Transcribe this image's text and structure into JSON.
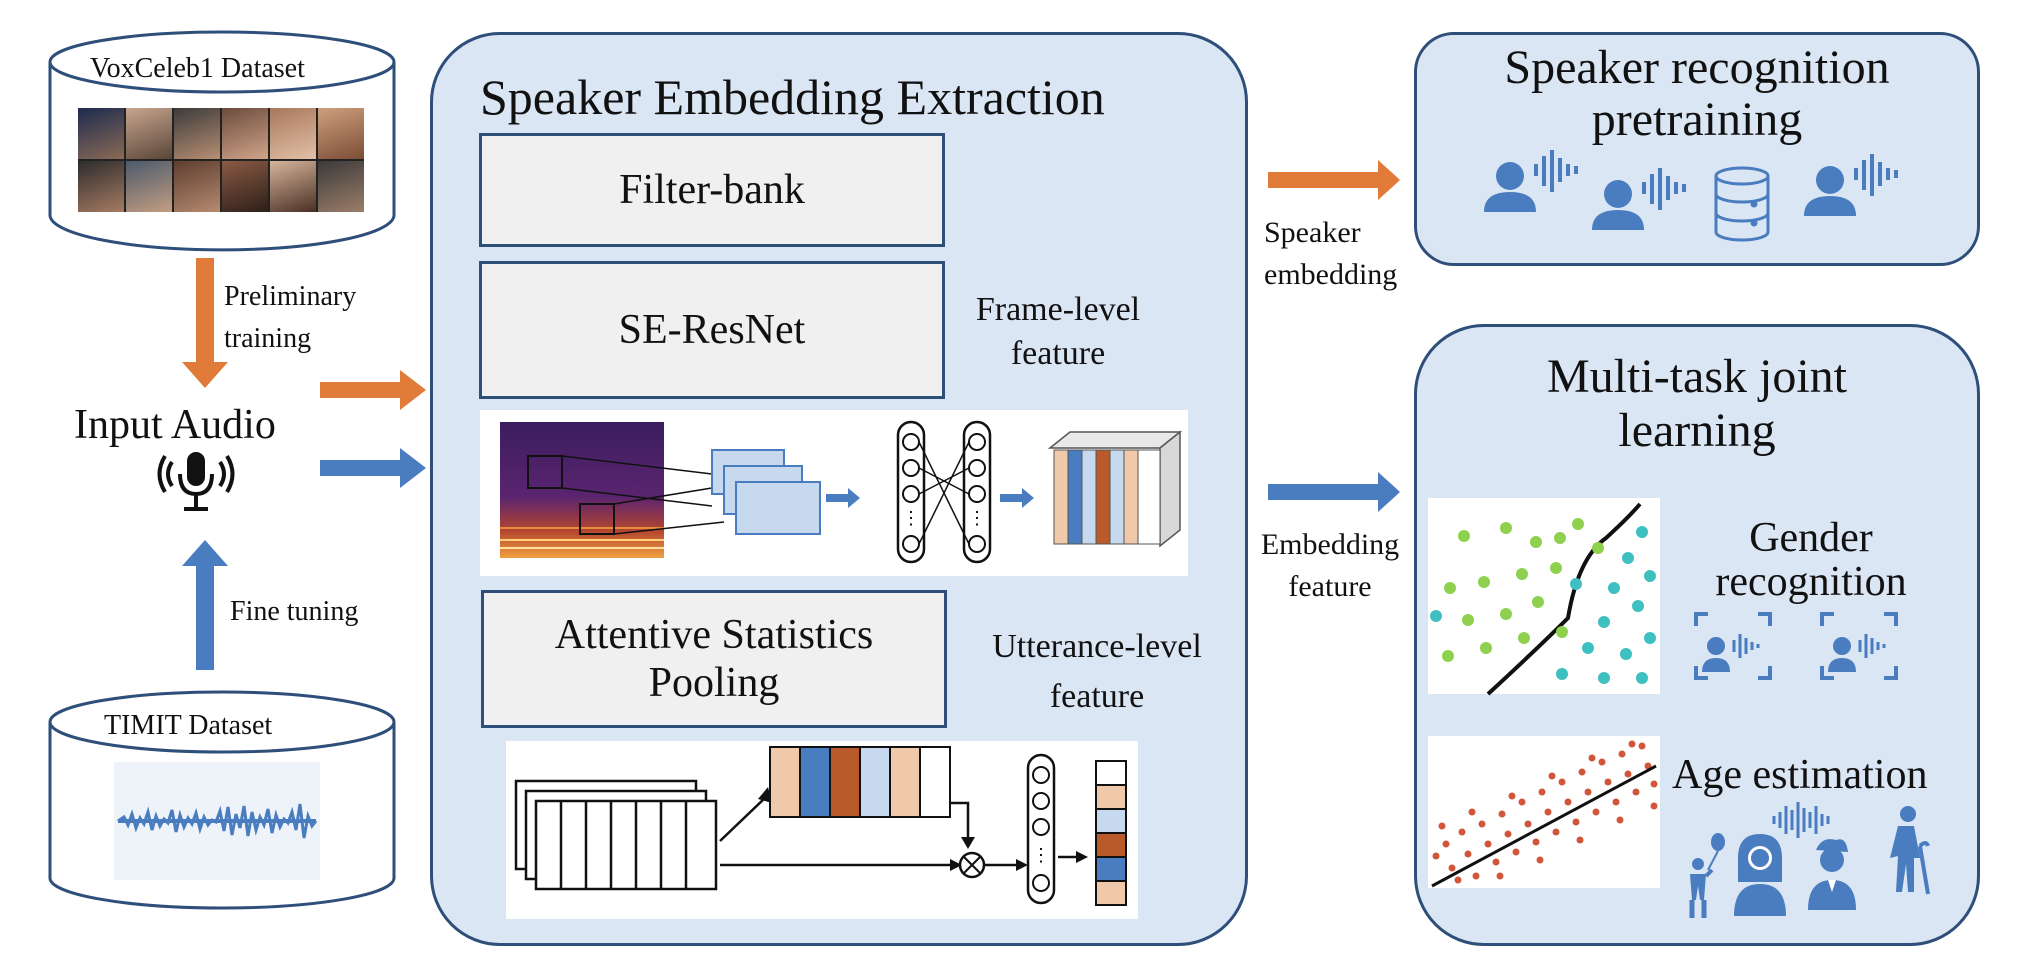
{
  "colors": {
    "panel_fill": "#dbe6f4",
    "panel_border": "#2e4f7a",
    "orange_arrow": "#e07b39",
    "blue_arrow": "#4a7cc0",
    "icon_blue": "#4a7cc0"
  },
  "voxceleb": {
    "label": "VoxCeleb1 Dataset"
  },
  "timit": {
    "label": "TIMIT Dataset"
  },
  "preliminary_training": {
    "line1": "Preliminary",
    "line2": "training"
  },
  "fine_tuning": {
    "label": "Fine tuning"
  },
  "input_audio": {
    "label": "Input Audio"
  },
  "extraction": {
    "title": "Speaker Embedding Extraction",
    "filter_bank": "Filter-bank",
    "se_resnet": "SE-ResNet",
    "frame_level": {
      "line1": "Frame-level",
      "line2": "feature"
    },
    "pooling": {
      "line1": "Attentive Statistics",
      "line2": "Pooling"
    },
    "utterance_level": {
      "line1": "Utterance-level",
      "line2": "feature"
    }
  },
  "speaker_embedding": {
    "line1": "Speaker",
    "line2": "embedding"
  },
  "embedding_feature": {
    "line1": "Embedding",
    "line2": "feature"
  },
  "pretraining": {
    "line1": "Speaker recognition",
    "line2": "pretraining"
  },
  "multitask": {
    "line1": "Multi-task joint",
    "line2": "learning",
    "gender": {
      "line1": "Gender",
      "line2": "recognition"
    },
    "age": "Age estimation"
  }
}
